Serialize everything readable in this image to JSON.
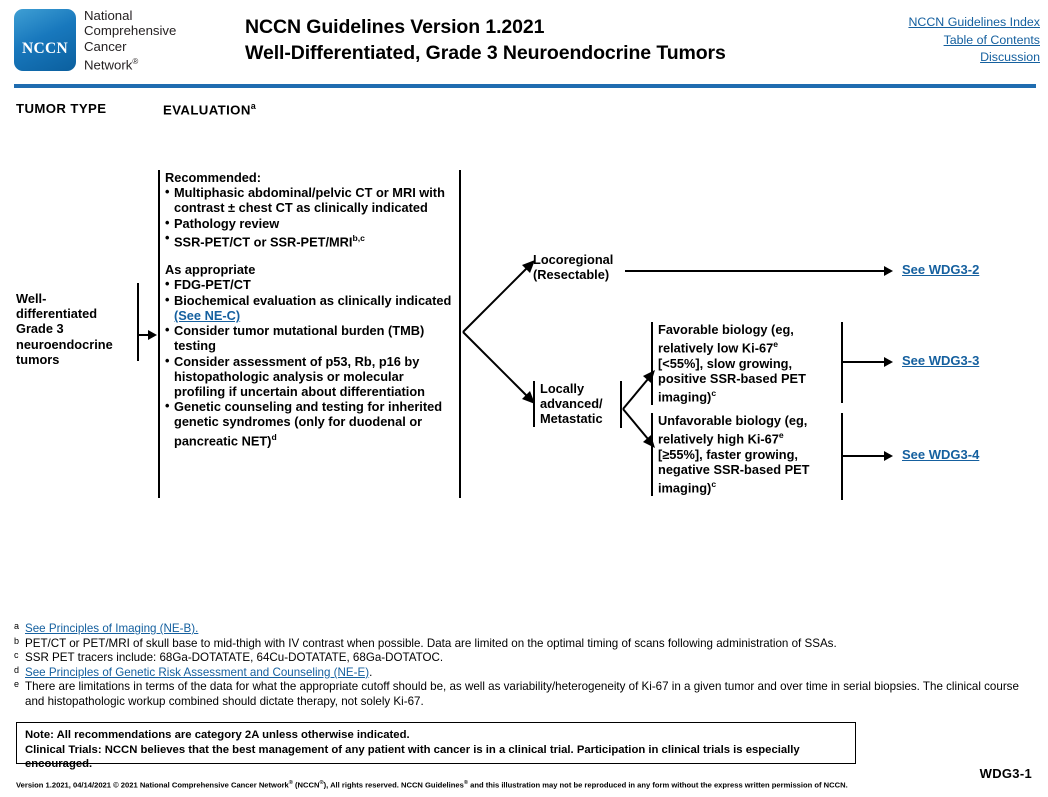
{
  "header": {
    "logo_text": "NCCN",
    "logo_words_line1": "National",
    "logo_words_line2": "Comprehensive",
    "logo_words_line3": "Cancer",
    "logo_words_line4": "Network",
    "logo_words_mark": "®",
    "title_line1": "NCCN Guidelines Version 1.2021",
    "title_line2": "Well-Differentiated, Grade 3 Neuroendocrine Tumors",
    "links": [
      {
        "label": "NCCN Guidelines Index"
      },
      {
        "label": "Table of Contents"
      },
      {
        "label": "Discussion"
      }
    ],
    "rule_color": "#1f6cb0"
  },
  "columns": {
    "tumor_type": "TUMOR TYPE",
    "evaluation": "EVALUATION",
    "evaluation_sup": "a"
  },
  "tumor_type_node": {
    "line1": "Well-",
    "line2": "differentiated",
    "line3": "Grade 3",
    "line4": "neuroendocrine",
    "line5": "tumors"
  },
  "evaluation_node": {
    "recommended_heading": "Recommended:",
    "recommended_items": [
      "Multiphasic abdominal/pelvic CT or MRI with contrast ± chest CT as clinically indicated",
      "Pathology review",
      "SSR-PET/CT or SSR-PET/MRI"
    ],
    "recommended_item3_sup": "b,c",
    "as_appropriate_heading": "As appropriate",
    "as_appropriate_items": [
      "FDG-PET/CT",
      "Biochemical evaluation as clinically indicated ",
      "Consider tumor mutational burden (TMB) testing",
      "Consider assessment of p53, Rb, p16 by histopathologic analysis or molecular profiling if uncertain about differentiation",
      "Genetic counseling and testing for inherited genetic syndromes (only for duodenal or pancreatic NET)"
    ],
    "ne_c_link": "(See NE-C)",
    "genetic_item_sup": "d"
  },
  "branches": {
    "locoregional_line1": "Locoregional",
    "locoregional_line2": "(Resectable)",
    "locally_advanced_line1": "Locally",
    "locally_advanced_line2": "advanced/",
    "locally_advanced_line3": "Metastatic",
    "favorable_line1": "Favorable biology (eg,",
    "favorable_line2": "relatively low Ki-67",
    "favorable_line2_sup": "e",
    "favorable_line3": "[<55%], slow growing,",
    "favorable_line4": "positive SSR-based PET",
    "favorable_line5": "imaging)",
    "favorable_line5_sup": "c",
    "unfavorable_line1": "Unfavorable biology (eg,",
    "unfavorable_line2": "relatively high Ki-67",
    "unfavorable_line2_sup": "e",
    "unfavorable_line3": "[≥55%], faster growing,",
    "unfavorable_line4": "negative SSR-based PET",
    "unfavorable_line5": "imaging)",
    "unfavorable_line5_sup": "c"
  },
  "destinations": [
    {
      "label": "See WDG3-2"
    },
    {
      "label": "See WDG3-3"
    },
    {
      "label": "See WDG3-4"
    }
  ],
  "footnotes": [
    {
      "marker": "a",
      "link": "See Principles of Imaging (NE-B).",
      "text": ""
    },
    {
      "marker": "b",
      "link": "",
      "text": "PET/CT or PET/MRI of skull base to mid-thigh with IV contrast when possible. Data are limited on the optimal timing of scans following administration of SSAs."
    },
    {
      "marker": "c",
      "link": "",
      "text": "SSR PET tracers include: 68Ga-DOTATATE, 64Cu-DOTATATE, 68Ga-DOTATOC."
    },
    {
      "marker": "d",
      "link": "See Principles of Genetic Risk Assessment and Counseling (NE-E)",
      "text": "."
    },
    {
      "marker": "e",
      "link": "",
      "text": "There are limitations in terms of the data for what the appropriate cutoff should be, as well as variability/heterogeneity of Ki-67 in a given tumor and over time in serial biopsies. The clinical course and histopathologic workup combined should dictate therapy, not solely Ki-67."
    }
  ],
  "note_box": {
    "line1": "Note: All recommendations are category 2A unless otherwise indicated.",
    "line2": "Clinical Trials: NCCN believes that the best management of any patient with cancer is in a clinical trial. Participation in clinical trials is especially encouraged."
  },
  "footer": {
    "text_a": "Version 1.2021, 04/14/2021 © 2021 National Comprehensive Cancer Network",
    "sup_a": "®",
    "text_b": " (NCCN",
    "sup_b": "®",
    "text_c": "), All rights reserved. NCCN Guidelines",
    "sup_c": "®",
    "text_d": " and this illustration may not be reproduced in any form without the express written permission of NCCN.",
    "page_id": "WDG3-1"
  },
  "colors": {
    "link_blue": "#15609f",
    "rule_blue": "#1f6cb0"
  }
}
